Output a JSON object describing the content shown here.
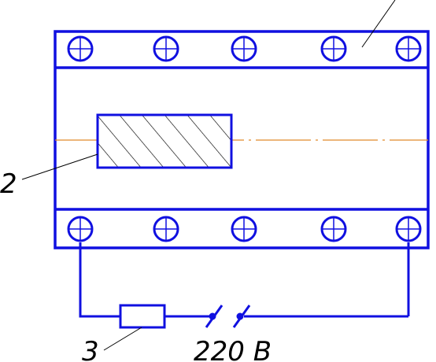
{
  "labels": {
    "leader_2": "2",
    "leader_3": "3",
    "supply_voltage": "220 В"
  },
  "colors": {
    "outline": "#1010e0",
    "ink": "#000000",
    "axis": "#e08a2a",
    "background": "#ffffff"
  },
  "icons": {
    "terminal": "circle-cross-icon",
    "resistor": "rectangle-resistor-icon",
    "plug": "slash-contact-icon"
  }
}
